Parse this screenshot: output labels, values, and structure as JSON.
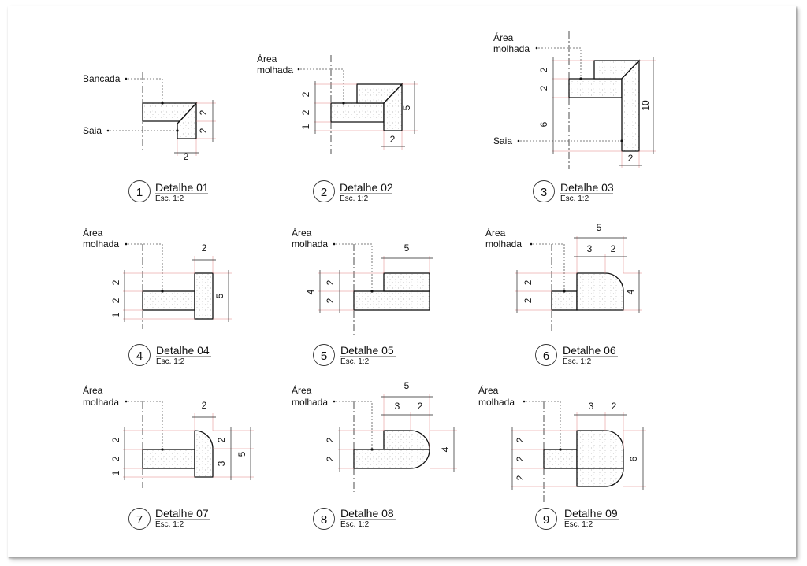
{
  "colors": {
    "line": "#111111",
    "fill": "#ffffff",
    "stipple": "#b8b8b8",
    "extension": "#e08080",
    "leader": "#555555",
    "sheet_shadow": "#9a9a9a"
  },
  "scale_text": "Esc. 1:2",
  "details": [
    {
      "number": "1",
      "title": "Detalhe 01",
      "labels": [
        "Bancada",
        "Saia"
      ],
      "dims": [
        "2",
        "2",
        "2"
      ]
    },
    {
      "number": "2",
      "title": "Detalhe 02",
      "labels": [
        "Área",
        "molhada"
      ],
      "dims": [
        "2",
        "2",
        "1",
        "5",
        "2"
      ]
    },
    {
      "number": "3",
      "title": "Detalhe 03",
      "labels": [
        "Área",
        "molhada",
        "Saia"
      ],
      "dims": [
        "2",
        "2",
        "6",
        "10",
        "2"
      ]
    },
    {
      "number": "4",
      "title": "Detalhe 04",
      "labels": [
        "Área",
        "molhada"
      ],
      "dims": [
        "2",
        "2",
        "2",
        "1",
        "5"
      ]
    },
    {
      "number": "5",
      "title": "Detalhe 05",
      "labels": [
        "Área",
        "molhada"
      ],
      "dims": [
        "5",
        "4",
        "2",
        "2"
      ]
    },
    {
      "number": "6",
      "title": "Detalhe 06",
      "labels": [
        "Área",
        "molhada"
      ],
      "dims": [
        "5",
        "3",
        "2",
        "2",
        "2",
        "4"
      ]
    },
    {
      "number": "7",
      "title": "Detalhe 07",
      "labels": [
        "Área",
        "molhada"
      ],
      "dims": [
        "2",
        "2",
        "2",
        "1",
        "2",
        "3",
        "5"
      ]
    },
    {
      "number": "8",
      "title": "Detalhe 08",
      "labels": [
        "Área",
        "molhada"
      ],
      "dims": [
        "5",
        "3",
        "2",
        "2",
        "2",
        "4"
      ]
    },
    {
      "number": "9",
      "title": "Detalhe 09",
      "labels": [
        "Área",
        "molhada"
      ],
      "dims": [
        "3",
        "2",
        "2",
        "2",
        "2",
        "6"
      ]
    }
  ]
}
